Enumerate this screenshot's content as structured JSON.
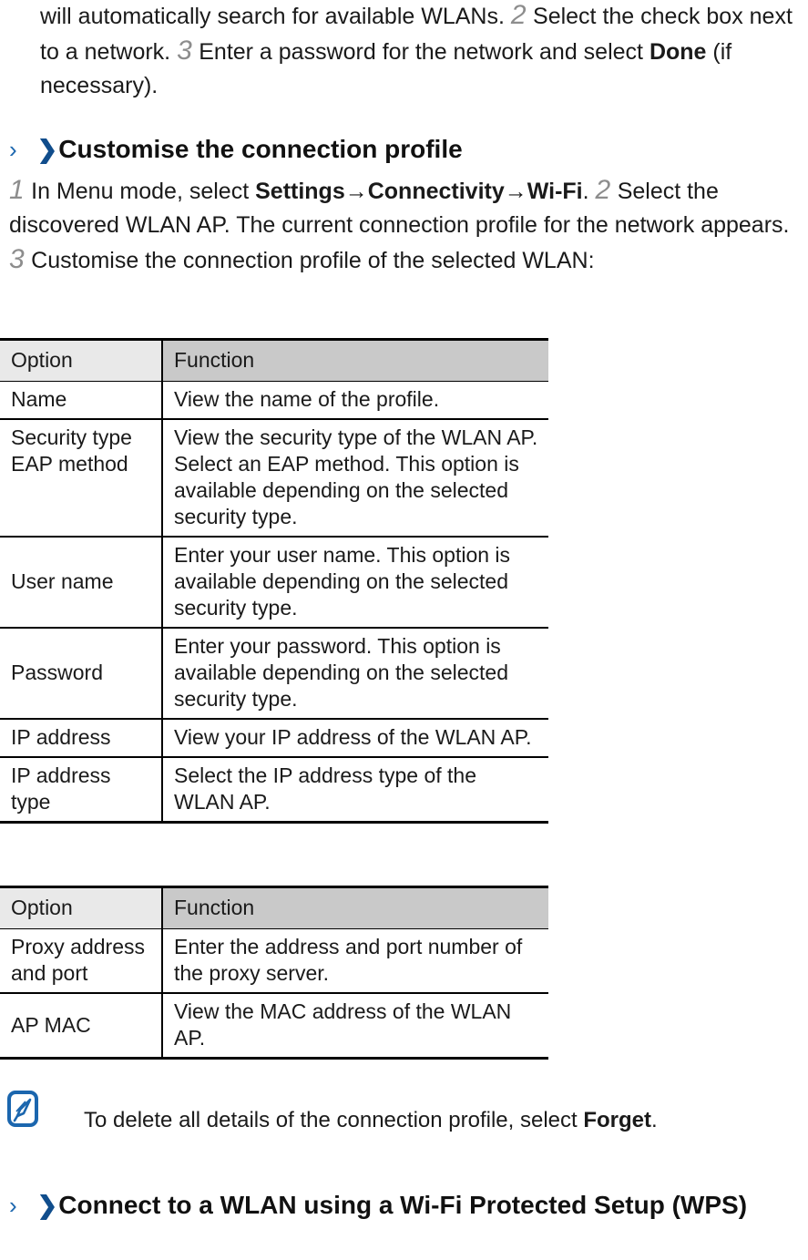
{
  "document": {
    "top_paragraph": {
      "lead_text": "will automatically search for available WLANs.",
      "step2_num": "2",
      "step2_text": "Select the check box next to a network.",
      "step3_num": "3",
      "step3_text": "Enter a password for the network and select",
      "bold_term": "Done",
      "tail_text": "(if necessary)."
    },
    "heading_customise": {
      "chevron_thin": "›",
      "chevron_bold": "❯",
      "text": "Customise the connection profile"
    },
    "steps_customise": {
      "step1_num": "1",
      "step1_pre": "In Menu mode, select",
      "step1_menu_1": "Settings",
      "arrow_1": "→",
      "step1_menu_2": "Connectivity",
      "arrow_2": "→",
      "step1_menu_3": "Wi-Fi",
      "step1_post": ".",
      "step2_num": "2",
      "step2_text": "Select the discovered WLAN AP. The current connection profile for the network appears.",
      "step3_num": "3",
      "step3_text": "Customise the connection profile of the selected WLAN:"
    },
    "table_1": {
      "headers": [
        "Option",
        "Function"
      ],
      "rows": [
        {
          "option": "Name",
          "function": "View the name of the profile.",
          "option_align": "top"
        },
        {
          "option": "Security type EAP method",
          "function": "View the security type of the WLAN AP. Select an EAP method. This option is available depending on the selected security type.",
          "option_align": "top"
        },
        {
          "option": "User name",
          "function": "Enter your user name. This option is available depending on the selected security type.",
          "option_align": "middle"
        },
        {
          "option": "Password",
          "function": "Enter your password. This option is available depending on the selected security type.",
          "option_align": "middle"
        },
        {
          "option": "IP address",
          "function": "View your IP address of the WLAN AP.",
          "option_align": "middle"
        },
        {
          "option": "IP address type",
          "function": "Select the IP address type of the WLAN AP.",
          "option_align": "top"
        }
      ]
    },
    "table_2": {
      "headers": [
        "Option",
        "Function"
      ],
      "rows": [
        {
          "option": "Proxy address and port",
          "function": "Enter the address and port number of the proxy server.",
          "option_align": "top"
        },
        {
          "option": "AP MAC",
          "function": "View the MAC address of the WLAN AP.",
          "option_align": "middle"
        }
      ]
    },
    "note": {
      "icon": "note-pen-icon",
      "text_pre": "To delete all details of the connection profile, select",
      "bold_term": "Forget",
      "text_post": "."
    },
    "heading_wps": {
      "chevron_thin": "›",
      "chevron_bold": "❯",
      "text": "Connect to a WLAN using a Wi-Fi Protected Setup (WPS)"
    }
  },
  "colors": {
    "chevron_thin": "#1b66ae",
    "chevron_bold": "#104d8c",
    "step_number": "#8d8d8d",
    "note_icon": "#1b66ae",
    "header_left_bg": "#e9e9e9",
    "header_right_bg": "#c9c9c9",
    "text": "#1a1a1a"
  }
}
